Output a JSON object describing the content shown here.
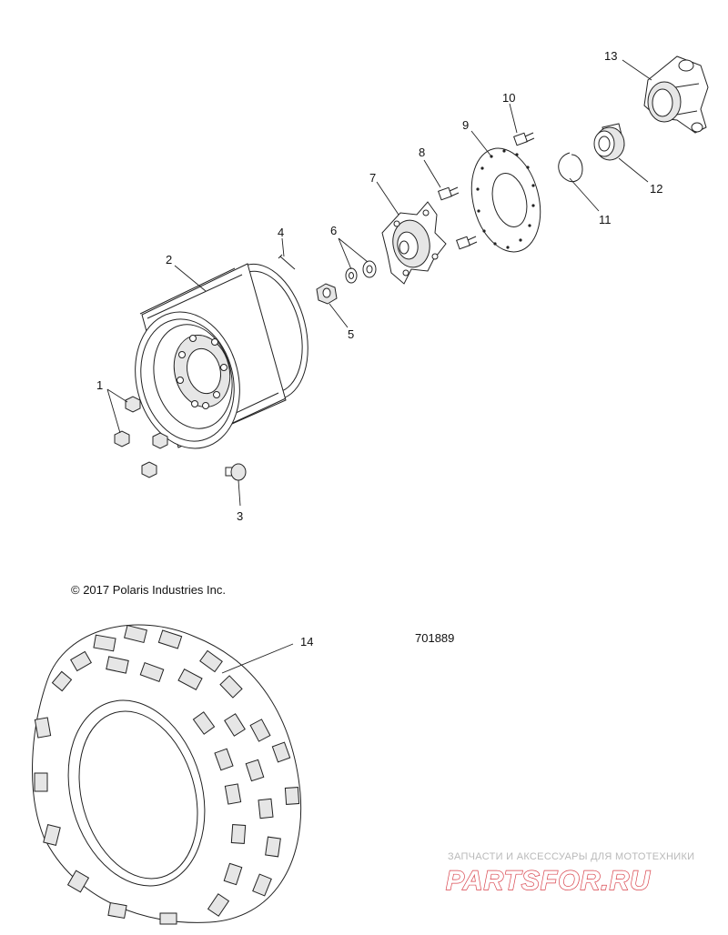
{
  "callouts": {
    "c1": "1",
    "c2": "2",
    "c3": "3",
    "c4": "4",
    "c5": "5",
    "c6": "6",
    "c7": "7",
    "c8": "8",
    "c9": "9",
    "c10": "10",
    "c11": "11",
    "c12": "12",
    "c13": "13",
    "c14": "14"
  },
  "copyright": "© 2017 Polaris Industries Inc.",
  "diagram_number": "701889",
  "watermark": {
    "tagline": "ЗАПЧАСТИ И АКСЕССУАРЫ ДЛЯ МОТОТЕХНИКИ",
    "logo": "PARTSFOR.RU",
    "logo_color": "#d8414a"
  }
}
